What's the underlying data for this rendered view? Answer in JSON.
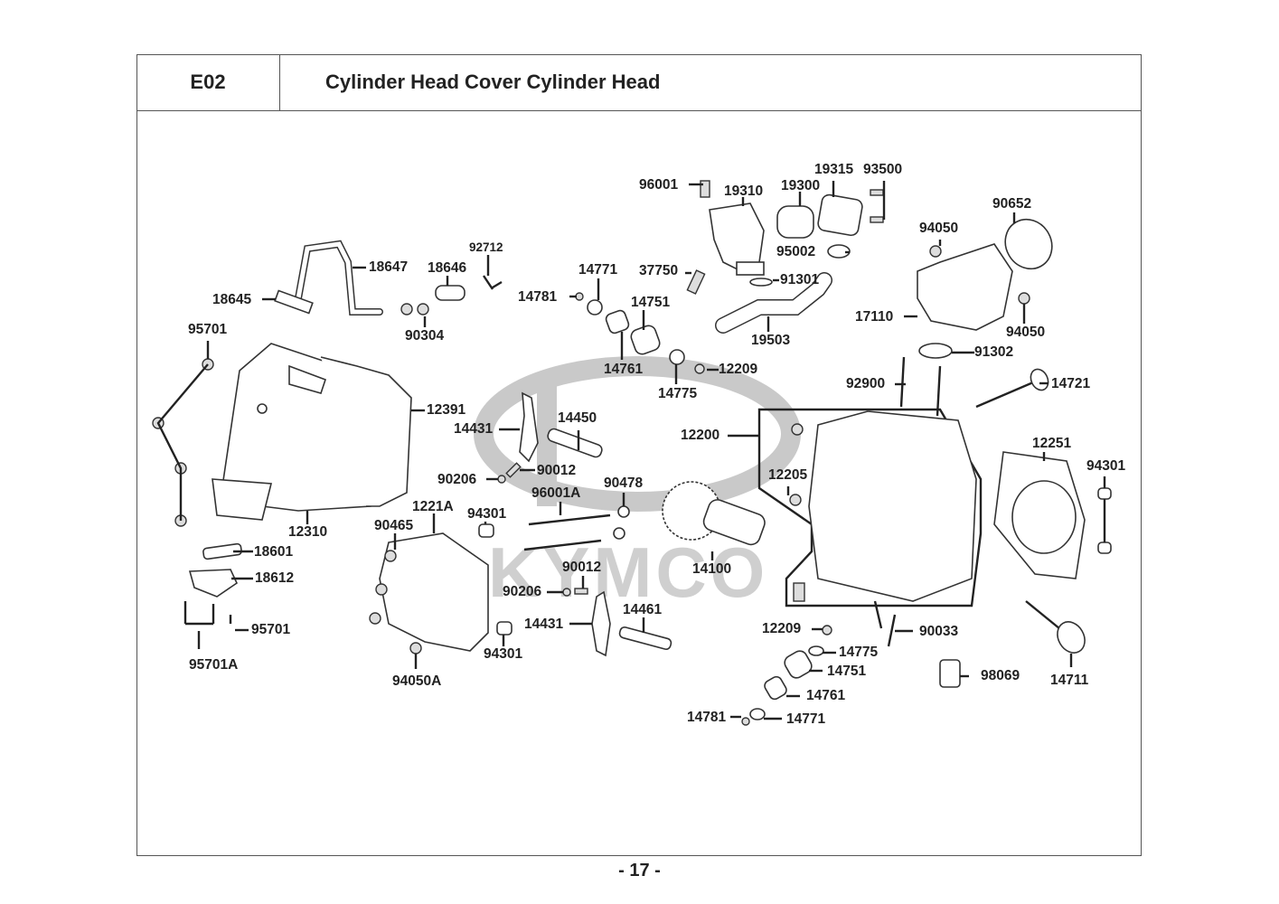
{
  "header": {
    "section_code": "E02",
    "title": "Cylinder Head Cover Cylinder Head"
  },
  "footer": {
    "page_number": "- 17 -"
  },
  "watermark": {
    "brand": "KYMCO"
  },
  "parts": [
    {
      "id": "p96001",
      "label": "96001"
    },
    {
      "id": "p19310",
      "label": "19310"
    },
    {
      "id": "p19300",
      "label": "19300"
    },
    {
      "id": "p19315",
      "label": "19315"
    },
    {
      "id": "p93500",
      "label": "93500"
    },
    {
      "id": "p90652",
      "label": "90652"
    },
    {
      "id": "p94050a",
      "label": "94050"
    },
    {
      "id": "p92712",
      "label": "92712"
    },
    {
      "id": "p18647",
      "label": "18647"
    },
    {
      "id": "p18646",
      "label": "18646"
    },
    {
      "id": "p14771a",
      "label": "14771"
    },
    {
      "id": "p37750",
      "label": "37750"
    },
    {
      "id": "p95002",
      "label": "95002"
    },
    {
      "id": "p18645",
      "label": "18645"
    },
    {
      "id": "p14781a",
      "label": "14781"
    },
    {
      "id": "p91301",
      "label": "91301"
    },
    {
      "id": "p14751a",
      "label": "14751"
    },
    {
      "id": "p17110",
      "label": "17110"
    },
    {
      "id": "p94050b",
      "label": "94050"
    },
    {
      "id": "p90304",
      "label": "90304"
    },
    {
      "id": "p95701a",
      "label": "95701"
    },
    {
      "id": "p19503",
      "label": "19503"
    },
    {
      "id": "p14761a",
      "label": "14761"
    },
    {
      "id": "p12209a",
      "label": "12209"
    },
    {
      "id": "p91302",
      "label": "91302"
    },
    {
      "id": "p14775a",
      "label": "14775"
    },
    {
      "id": "p92900",
      "label": "92900"
    },
    {
      "id": "p14721",
      "label": "14721"
    },
    {
      "id": "p12391",
      "label": "12391"
    },
    {
      "id": "p14431a",
      "label": "14431"
    },
    {
      "id": "p14450",
      "label": "14450"
    },
    {
      "id": "p12200",
      "label": "12200"
    },
    {
      "id": "p12251",
      "label": "12251"
    },
    {
      "id": "p94301a",
      "label": "94301"
    },
    {
      "id": "p90206a",
      "label": "90206"
    },
    {
      "id": "p90012a",
      "label": "90012"
    },
    {
      "id": "p12205",
      "label": "12205"
    },
    {
      "id": "p96001A",
      "label": "96001A"
    },
    {
      "id": "p90478",
      "label": "90478"
    },
    {
      "id": "p1221A",
      "label": "1221A"
    },
    {
      "id": "p12310",
      "label": "12310"
    },
    {
      "id": "p90465",
      "label": "90465"
    },
    {
      "id": "p94301b",
      "label": "94301"
    },
    {
      "id": "p18601",
      "label": "18601"
    },
    {
      "id": "p14100",
      "label": "14100"
    },
    {
      "id": "p18612",
      "label": "18612"
    },
    {
      "id": "p90012b",
      "label": "90012"
    },
    {
      "id": "p90206b",
      "label": "90206"
    },
    {
      "id": "p14461",
      "label": "14461"
    },
    {
      "id": "p14431b",
      "label": "14431"
    },
    {
      "id": "p95701b",
      "label": "95701"
    },
    {
      "id": "p12209b",
      "label": "12209"
    },
    {
      "id": "p90033",
      "label": "90033"
    },
    {
      "id": "p94301c",
      "label": "94301"
    },
    {
      "id": "p95701A",
      "label": "95701A"
    },
    {
      "id": "p14775b",
      "label": "14775"
    },
    {
      "id": "p14751b",
      "label": "14751"
    },
    {
      "id": "p98069",
      "label": "98069"
    },
    {
      "id": "p14711",
      "label": "14711"
    },
    {
      "id": "p94050A",
      "label": "94050A"
    },
    {
      "id": "p14761b",
      "label": "14761"
    },
    {
      "id": "p14781b",
      "label": "14781"
    },
    {
      "id": "p14771b",
      "label": "14771"
    }
  ]
}
